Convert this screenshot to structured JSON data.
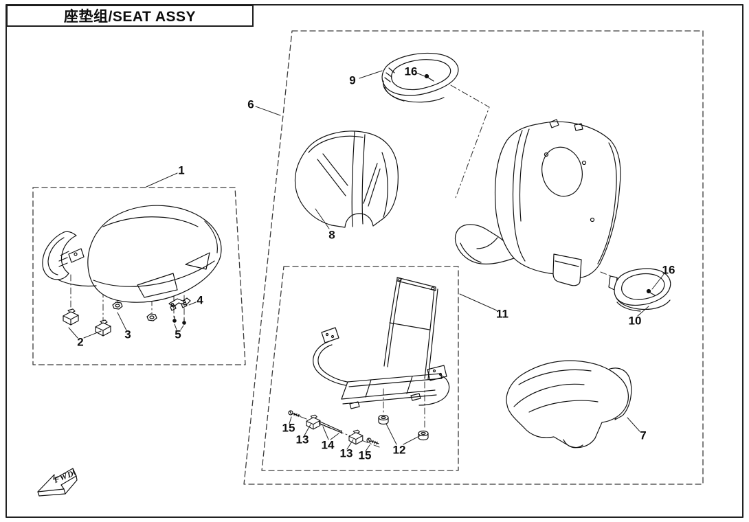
{
  "title_box": {
    "title": "座垫组/SEAT ASSY"
  },
  "direction_marker": {
    "label": "FWD"
  },
  "callouts": {
    "n1": "1",
    "n2": "2",
    "n3": "3",
    "n4": "4",
    "n5": "5",
    "n6": "6",
    "n7": "7",
    "n8": "8",
    "n9": "9",
    "n10": "10",
    "n11": "11",
    "n12": "12",
    "n13": "13",
    "n14": "14",
    "n15": "15",
    "n16": "16"
  },
  "colors": {
    "ink": "#111111",
    "background": "#ffffff"
  }
}
